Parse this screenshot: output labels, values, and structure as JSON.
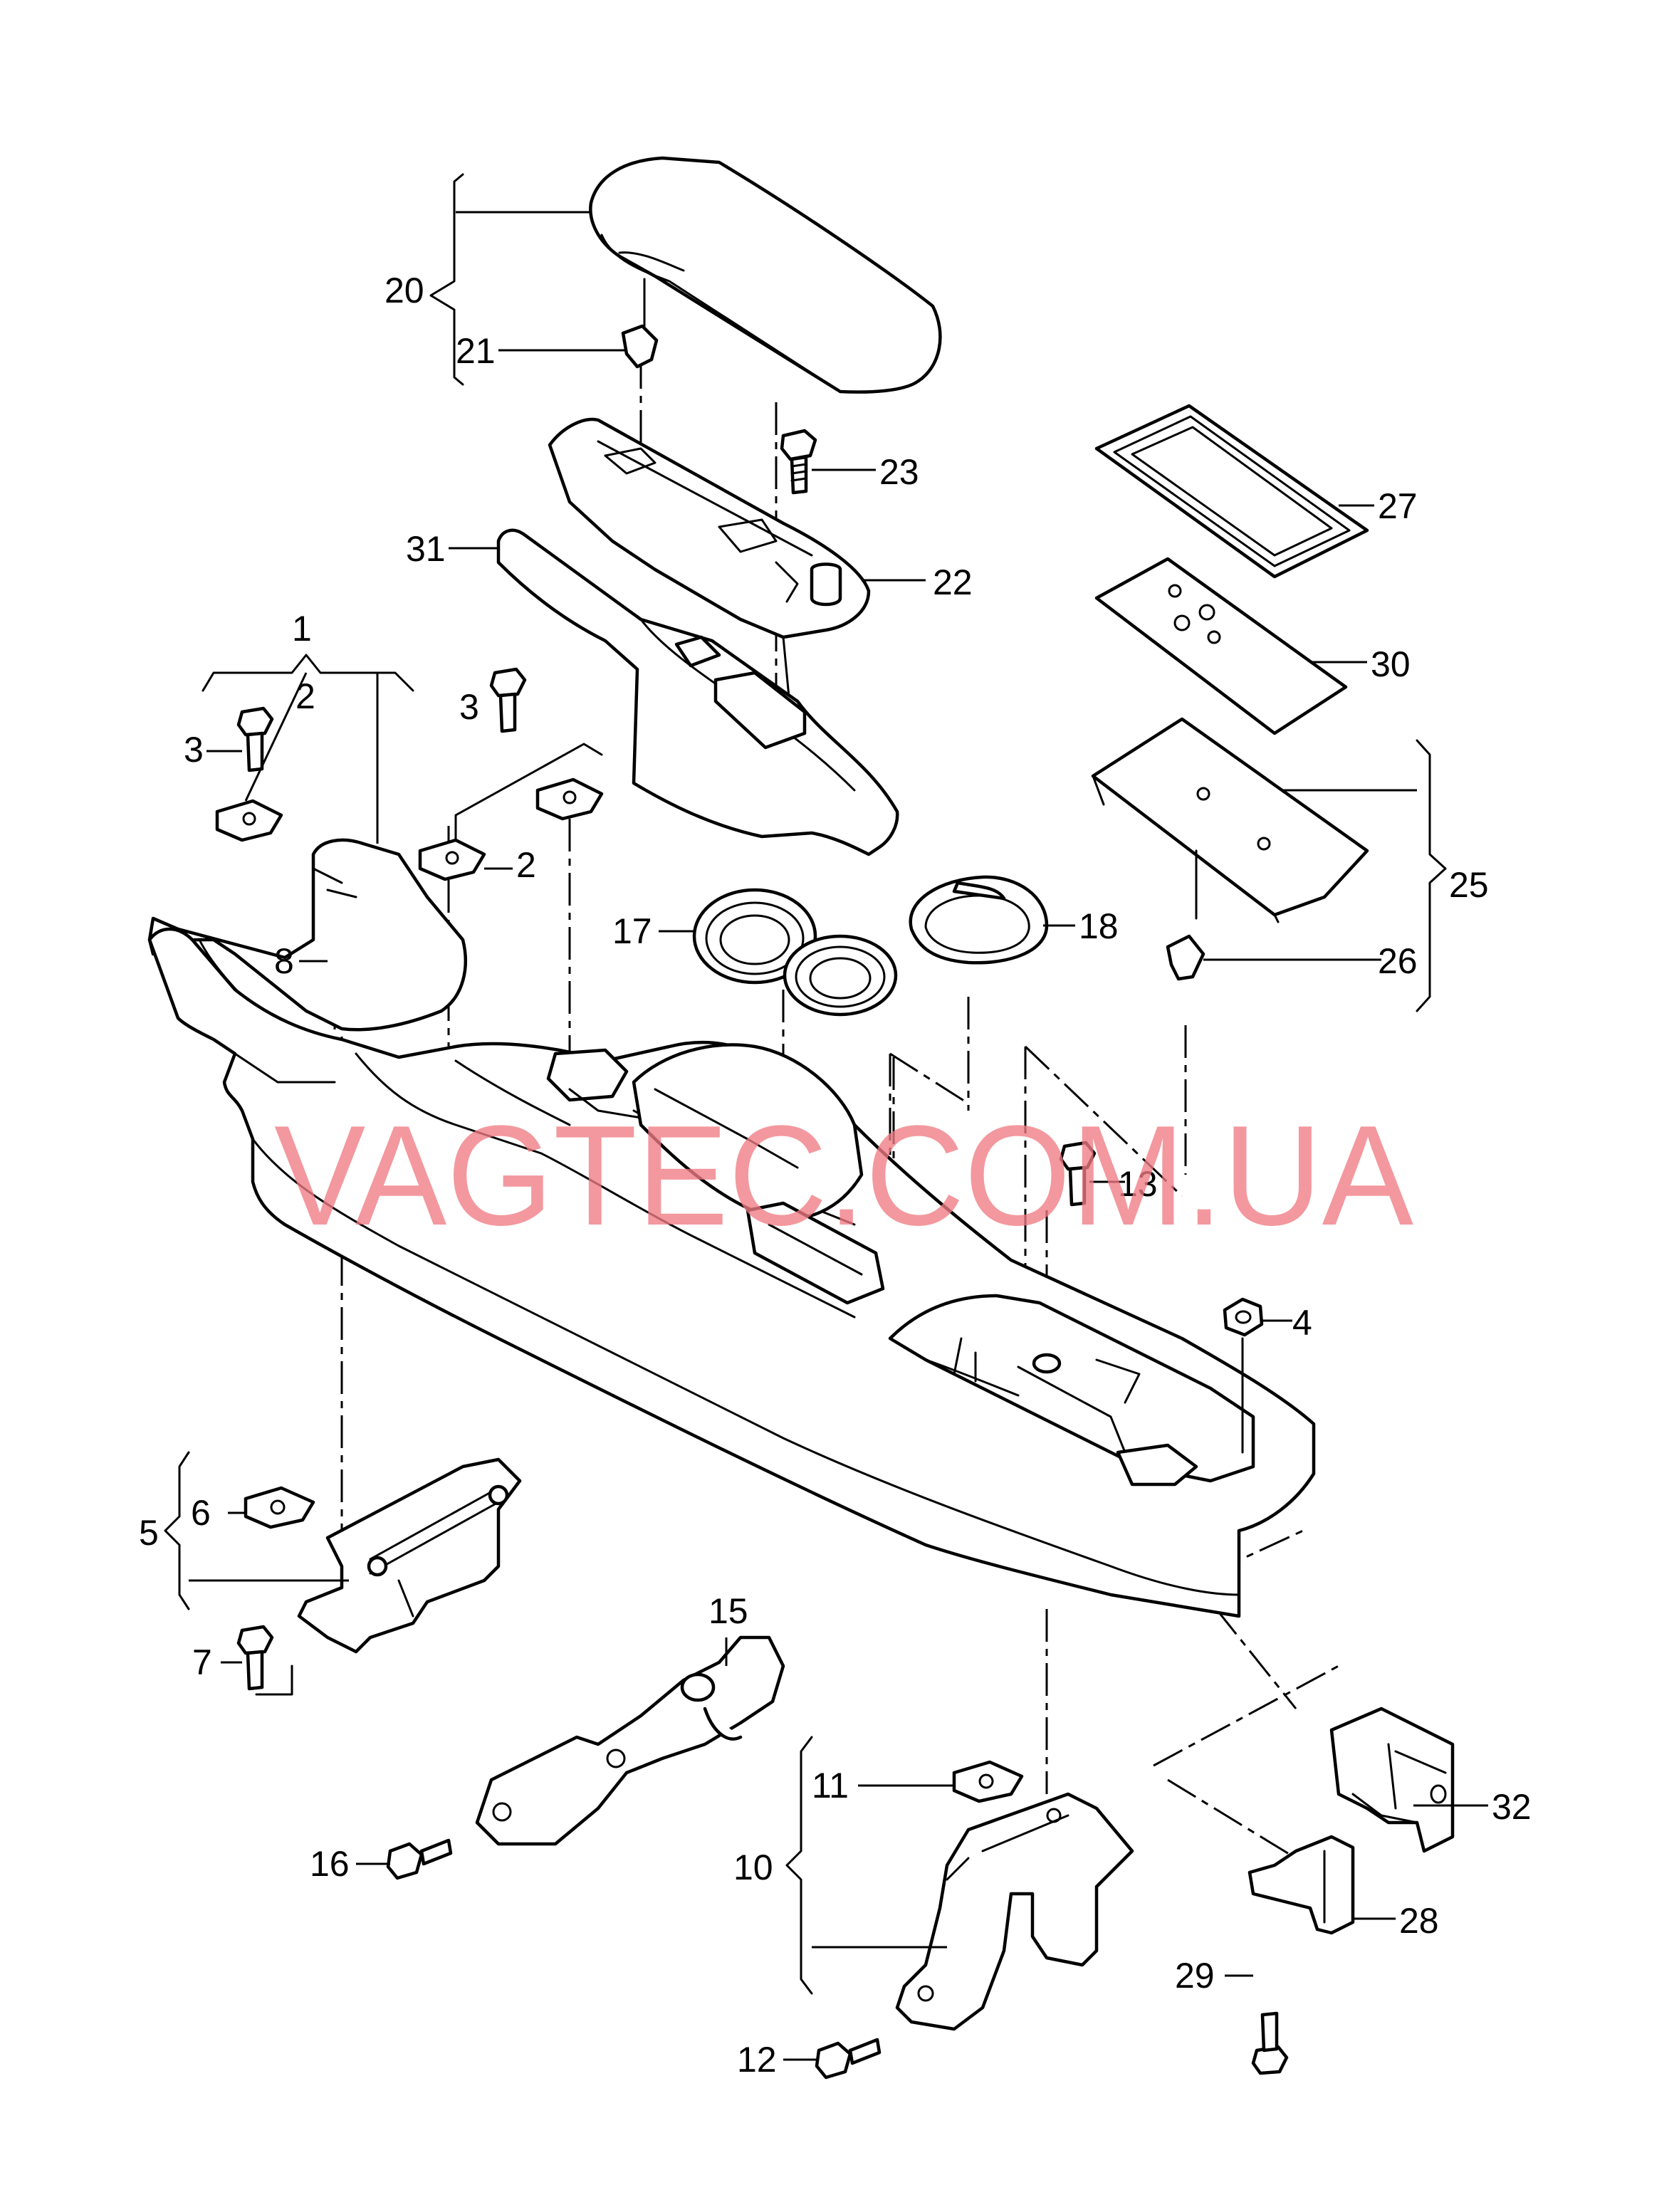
{
  "watermark": "VAGTEC.COM.UA",
  "labels": {
    "l1": "1",
    "l2a": "2",
    "l2b": "2",
    "l3a": "3",
    "l3b": "3",
    "l4": "4",
    "l5": "5",
    "l6": "6",
    "l7": "7",
    "l8": "8",
    "l10": "10",
    "l11": "11",
    "l12": "12",
    "l13": "13",
    "l15": "15",
    "l16": "16",
    "l17": "17",
    "l18": "18",
    "l20": "20",
    "l21": "21",
    "l22": "22",
    "l23": "23",
    "l25": "25",
    "l26": "26",
    "l27": "27",
    "l28": "28",
    "l29": "29",
    "l30": "30",
    "l31": "31",
    "l32": "32"
  },
  "colors": {
    "line": "#000000",
    "watermark": "#f07c84",
    "background": "#ffffff"
  }
}
